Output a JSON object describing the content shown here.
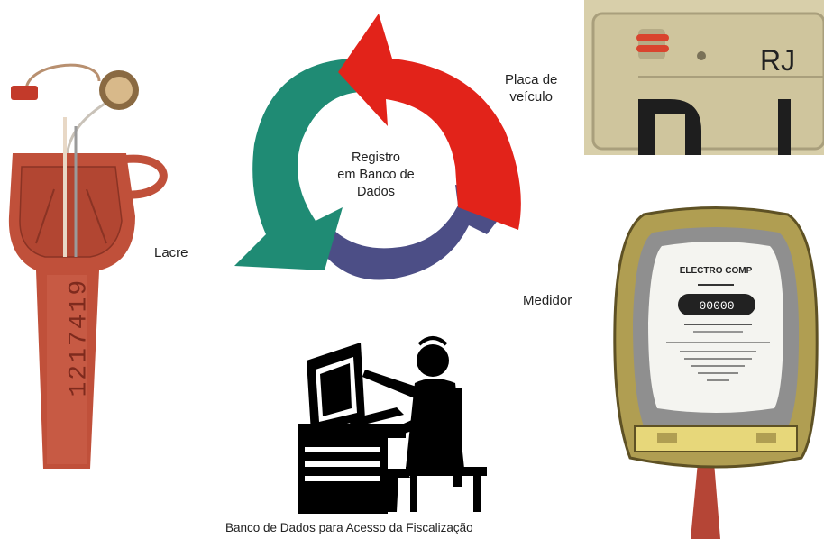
{
  "center": {
    "line1": "Registro",
    "line2": "em Banco de",
    "line3": "Dados"
  },
  "labels": {
    "seal": "Lacre",
    "plate_line1": "Placa de",
    "plate_line2": "veículo",
    "meter": "Medidor",
    "database": "Banco de Dados para Acesso da Fiscalização"
  },
  "seal_number": "1217419",
  "plate_text": "RJ",
  "meter_texts": {
    "brand": "ELECTRO COMP",
    "counter": "00000"
  },
  "colors": {
    "teal": "#1f8b74",
    "red": "#e2231a",
    "navy": "#4c4e86",
    "seal": "#c0503a",
    "plate": "#d8cfaa"
  }
}
